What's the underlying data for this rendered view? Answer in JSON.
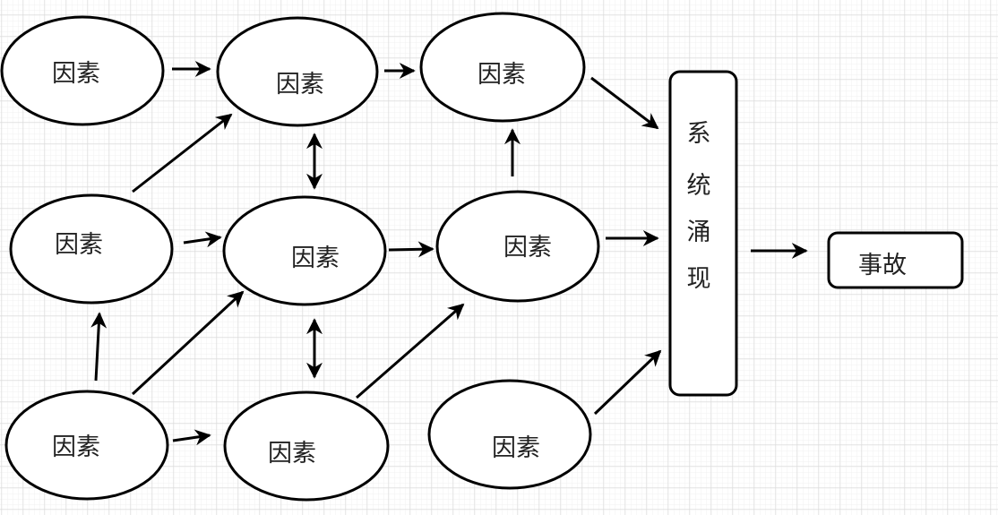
{
  "diagram": {
    "title": "",
    "type": "flow",
    "colors": {
      "background": "#ffffff",
      "grid_major": "#dcdcdc",
      "grid_minor": "#f0f0f0",
      "stroke": "#000000",
      "text": "#222222",
      "node_fill": "#ffffff"
    },
    "nodes": [
      {
        "id": "f1",
        "shape": "ellipse",
        "label": "因素",
        "row": "top",
        "col": 1
      },
      {
        "id": "f2",
        "shape": "ellipse",
        "label": "因素",
        "row": "top",
        "col": 2
      },
      {
        "id": "f3",
        "shape": "ellipse",
        "label": "因素",
        "row": "top",
        "col": 3
      },
      {
        "id": "f4",
        "shape": "ellipse",
        "label": "因素",
        "row": "middle",
        "col": 1
      },
      {
        "id": "f5",
        "shape": "ellipse",
        "label": "因素",
        "row": "middle",
        "col": 2
      },
      {
        "id": "f6",
        "shape": "ellipse",
        "label": "因素",
        "row": "middle",
        "col": 3
      },
      {
        "id": "f7",
        "shape": "ellipse",
        "label": "因素",
        "row": "bottom",
        "col": 1
      },
      {
        "id": "f8",
        "shape": "ellipse",
        "label": "因素",
        "row": "bottom",
        "col": 2
      },
      {
        "id": "f9",
        "shape": "ellipse",
        "label": "因素",
        "row": "bottom",
        "col": 3
      },
      {
        "id": "emergence",
        "shape": "rounded-rect-vertical",
        "label": "系统涌现",
        "chars": [
          "系",
          "统",
          "涌",
          "现"
        ]
      },
      {
        "id": "accident",
        "shape": "rounded-rect",
        "label": "事故"
      }
    ],
    "edges": [
      {
        "from": "f1",
        "to": "f2",
        "type": "arrow"
      },
      {
        "from": "f2",
        "to": "f3",
        "type": "arrow"
      },
      {
        "from": "f3",
        "to": "emergence",
        "type": "arrow"
      },
      {
        "from": "f4",
        "to": "f2",
        "type": "arrow"
      },
      {
        "from": "f4",
        "to": "f5",
        "type": "arrow"
      },
      {
        "from": "f5",
        "to": "f6",
        "type": "arrow"
      },
      {
        "from": "f6",
        "to": "f3",
        "type": "arrow"
      },
      {
        "from": "f6",
        "to": "emergence",
        "type": "arrow"
      },
      {
        "from": "f2",
        "to": "f5",
        "type": "bidirectional"
      },
      {
        "from": "f5",
        "to": "f8",
        "type": "bidirectional"
      },
      {
        "from": "f7",
        "to": "f4",
        "type": "arrow"
      },
      {
        "from": "f7",
        "to": "f5",
        "type": "arrow"
      },
      {
        "from": "f7",
        "to": "f8",
        "type": "arrow"
      },
      {
        "from": "f8",
        "to": "f6",
        "type": "arrow"
      },
      {
        "from": "f9",
        "to": "emergence",
        "type": "arrow"
      },
      {
        "from": "emergence",
        "to": "accident",
        "type": "arrow"
      }
    ]
  }
}
